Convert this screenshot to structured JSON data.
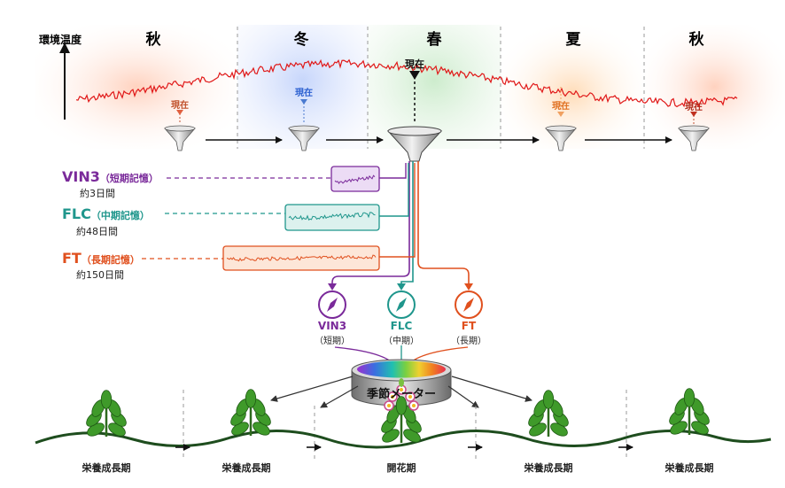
{
  "axis_label": "環境温度",
  "seasons": [
    {
      "label": "秋",
      "color": "#d62818"
    },
    {
      "label": "冬",
      "color": "#2a5fd0"
    },
    {
      "label": "春",
      "color": "#1f8a3a"
    },
    {
      "label": "夏",
      "color": "#e07020"
    },
    {
      "label": "秋",
      "color": "#d62818"
    }
  ],
  "now_label": "現在",
  "memories": [
    {
      "name": "VIN3",
      "sub": "（短期記憶）",
      "duration": "約3日間",
      "color": "#7a2a9a"
    },
    {
      "name": "FLC",
      "sub": "（中期記憶）",
      "duration": "約48日間",
      "color": "#1f968c"
    },
    {
      "name": "FT",
      "sub": "（長期記憶）",
      "duration": "約150日間",
      "color": "#e0501e"
    }
  ],
  "compasses": [
    {
      "name": "VIN3",
      "sub": "（短期）",
      "color": "#7a2a9a"
    },
    {
      "name": "FLC",
      "sub": "（中期）",
      "color": "#1f968c"
    },
    {
      "name": "FT",
      "sub": "（長期）",
      "color": "#e0501e"
    }
  ],
  "meter_label": "季節メーター",
  "phases": [
    "栄養成長期",
    "栄養成長期",
    "開花期",
    "栄養成長期",
    "栄養成長期"
  ]
}
